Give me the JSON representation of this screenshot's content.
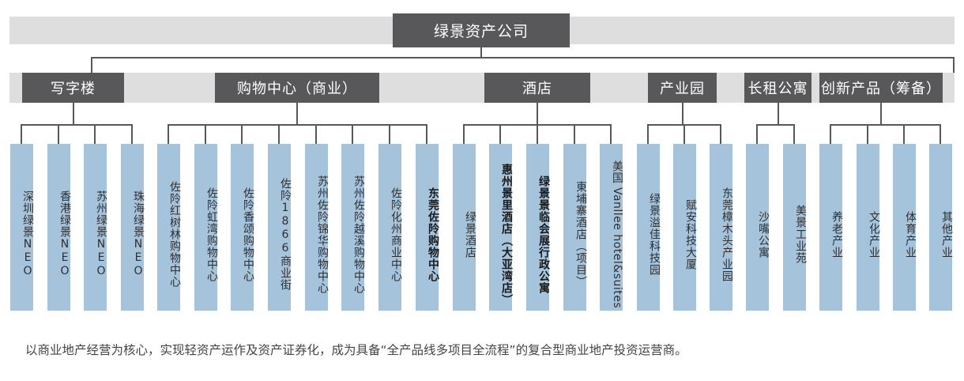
{
  "root": "绿景资产公司",
  "categories": [
    {
      "label": "写字楼",
      "items": [
        "深圳绿景NEO",
        "香港绿景NEO",
        "苏州绿景NEO",
        "珠海绿景NEO"
      ]
    },
    {
      "label": "购物中心（商业）",
      "items": [
        "佐阾红树林购物中心",
        "佐阾虹湾购物中心",
        "佐阾香颂购物中心",
        "佐阾1866商业街",
        "苏州佐阾锦华购物中心",
        "苏州佐阾越溪购物中心",
        "佐阾化州商业中心",
        "东莞佐阾购物中心"
      ]
    },
    {
      "label": "酒店",
      "items": [
        "绿景酒店",
        "惠州景里酒店（大亚湾店）",
        "绿景景临会展行政公寓",
        "東埔寨酒店（项目）",
        "美国 Vanllee hotel&suites"
      ]
    },
    {
      "label": "产业园",
      "items": [
        "绿景溢佳科技园",
        "赋安科技大厦",
        "东莞樟木头产业园"
      ]
    },
    {
      "label": "长租公寓",
      "items": [
        "沙嘴公寓",
        "美景工业苑"
      ]
    },
    {
      "label": "创新产品（筹备）",
      "items": [
        "养老产业",
        "文化产业",
        "体育产业",
        "其他产业"
      ]
    }
  ],
  "footnote": "以商业地产经营为核心，实现轻资产运作及资产证券化，成为具备“全产品线多项目全流程”的复合型商业地产投资运营商。"
}
